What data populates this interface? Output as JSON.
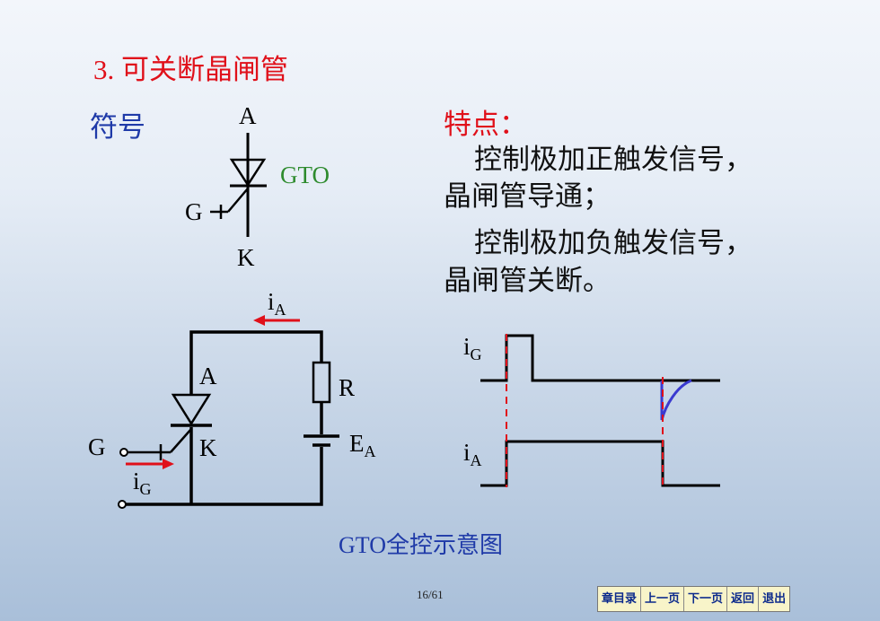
{
  "slide": {
    "title": "3. 可关断晶闸管",
    "symbol_label": "符号",
    "features_title": "特点：",
    "features": [
      "控制极加正触发信号，",
      "晶闸管导通；",
      "控制极加负触发信号，",
      "晶闸管关断。"
    ],
    "caption": "GTO全控示意图",
    "page_number": "16/61"
  },
  "symbol": {
    "anode": "A",
    "cathode": "K",
    "gate": "G",
    "name": "GTO"
  },
  "circuit": {
    "anode": "A",
    "cathode": "K",
    "gate": "G",
    "resistor": "R",
    "source": "E",
    "source_sub": "A",
    "current_a": "i",
    "current_a_sub": "A",
    "current_g": "i",
    "current_g_sub": "G"
  },
  "waveforms": {
    "ig": "i",
    "ig_sub": "G",
    "ia": "i",
    "ia_sub": "A"
  },
  "nav": {
    "chapter": "章目录",
    "prev": "上一页",
    "next": "下一页",
    "back": "返回",
    "exit": "退出"
  },
  "colors": {
    "title": "#e0101a",
    "blue_text": "#1f3aa8",
    "symbol_name": "#2e8b2e",
    "arrow": "#e0101a",
    "negative_pulse": "#3a3ad0"
  }
}
